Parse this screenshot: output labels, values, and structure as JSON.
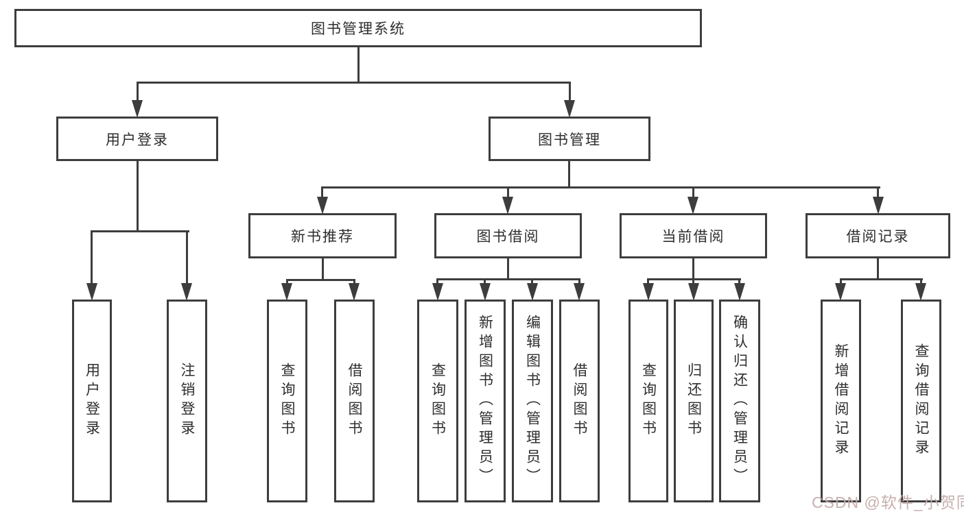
{
  "level1": {
    "label": "图书管理系统"
  },
  "level2": [
    {
      "label": "用户登录"
    },
    {
      "label": "图书管理"
    }
  ],
  "level3": [
    {
      "label": "新书推荐"
    },
    {
      "label": "图书借阅"
    },
    {
      "label": "当前借阅"
    },
    {
      "label": "借阅记录"
    }
  ],
  "level4": {
    "user_login": [
      "用户登录",
      "注销登录"
    ],
    "new_book": [
      "查询图书",
      "借阅图书"
    ],
    "book_borrow": [
      "查询图书",
      "新增图书（管理员）",
      "编辑图书（管理员）",
      "借阅图书"
    ],
    "current_borrow": [
      "查询图书",
      "归还图书",
      "确认归还（管理员）"
    ],
    "borrow_record": [
      "新增借阅记录",
      "查询借阅记录"
    ]
  },
  "watermark": {
    "text": "CSDN @软件_小贺同学"
  },
  "colors": {
    "line": "#3d3d3d",
    "text": "#2e2e2e",
    "watermark": "#c4abab",
    "background": "#ffffff"
  }
}
